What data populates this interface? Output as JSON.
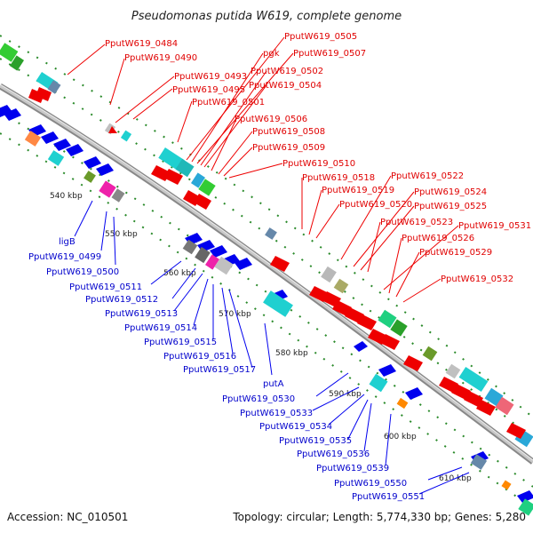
{
  "title": "Pseudomonas putida W619, complete genome",
  "footer": {
    "accession": "Accession: NC_010501",
    "summary": "Topology: circular; Length: 5,774,330 bp; Genes: 5,280"
  },
  "ticks": [
    "540 kbp",
    "550 kbp",
    "560 kbp",
    "570 kbp",
    "580 kbp",
    "590 kbp",
    "600 kbp",
    "610 kbp"
  ],
  "forward_labels": [
    "PputW619_0484",
    "PputW619_0490",
    "PputW619_0493",
    "PputW619_0495",
    "PputW619_0501",
    "PputW619_0505",
    "pgk",
    "PputW619_0507",
    "PputW619_0502",
    "PputW619_0504",
    "PputW619_0506",
    "PputW619_0508",
    "PputW619_0509",
    "PputW619_0510",
    "PputW619_0518",
    "PputW619_0519",
    "PputW619_0520",
    "PputW619_0522",
    "PputW619_0524",
    "PputW619_0525",
    "PputW619_0523",
    "PputW619_0531",
    "PputW619_0526",
    "PputW619_0529",
    "PputW619_0532"
  ],
  "reverse_labels": [
    "ligB",
    "PputW619_0499",
    "PputW619_0500",
    "PputW619_0511",
    "PputW619_0512",
    "PputW619_0513",
    "PputW619_0514",
    "PputW619_0515",
    "PputW619_0516",
    "PputW619_0517",
    "putA",
    "PputW619_0530",
    "PputW619_0533",
    "PputW619_0534",
    "PputW619_0535",
    "PputW619_0536",
    "PputW619_0539",
    "PputW619_0550",
    "PputW619_0551"
  ],
  "colors": {
    "forward_gene": "#ee0000",
    "reverse_gene": "#0000ee",
    "backbone": "#999999",
    "dots": "#228822"
  }
}
